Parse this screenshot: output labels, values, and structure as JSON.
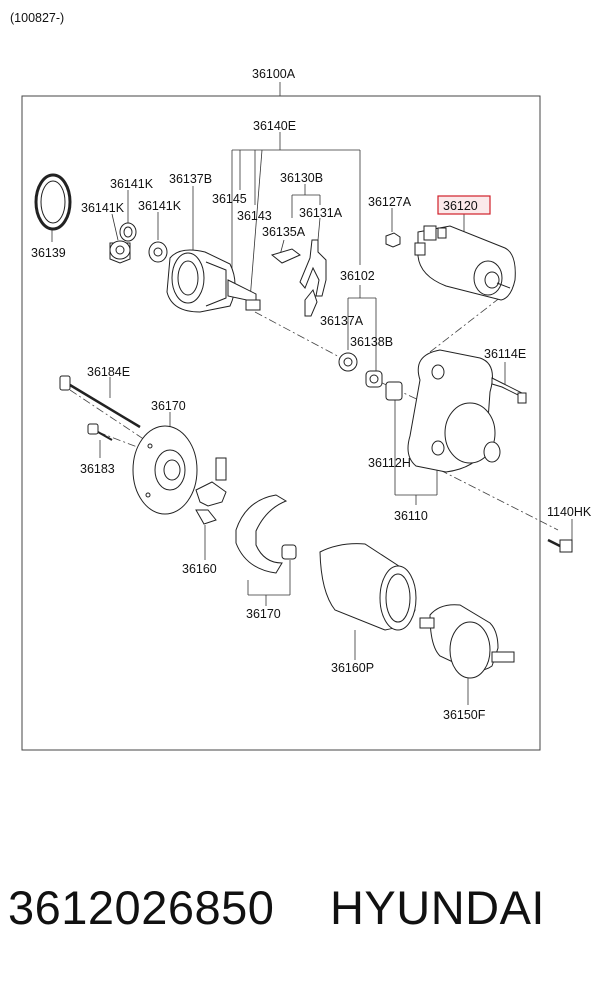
{
  "header": {
    "revision": "(100827-)"
  },
  "assembly": {
    "main_label": "36100A"
  },
  "labels": {
    "l36140E": "36140E",
    "l36141K_a": "36141K",
    "l36137B": "36137B",
    "l36130B": "36130B",
    "l36141K_b": "36141K",
    "l36141K_c": "36141K",
    "l36145": "36145",
    "l36143": "36143",
    "l36131A": "36131A",
    "l36135A": "36135A",
    "l36127A": "36127A",
    "l36120": "36120",
    "l36139": "36139",
    "l36102": "36102",
    "l36137A": "36137A",
    "l36138B": "36138B",
    "l36114E": "36114E",
    "l36184E": "36184E",
    "l36170_a": "36170",
    "l36183": "36183",
    "l36112H": "36112H",
    "l36110": "36110",
    "l1140HK": "1140HK",
    "l36160": "36160",
    "l36170_b": "36170",
    "l36160P": "36160P",
    "l36150F": "36150F"
  },
  "highlight": {
    "part": "36120",
    "color": "#d0202a"
  },
  "caption": {
    "part_number": "3612026850",
    "brand": "HYUNDAI"
  }
}
